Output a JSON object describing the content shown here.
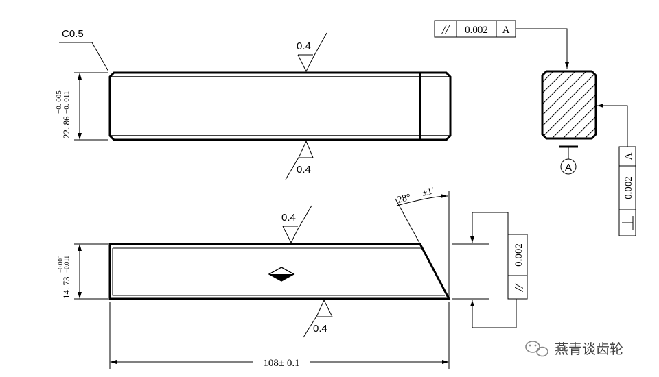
{
  "chamfer": {
    "label": "C0.5"
  },
  "top_view": {
    "roughness_top": "0.4",
    "roughness_bottom": "0.4",
    "height_nominal": "22. 86",
    "height_upper": "−0. 005",
    "height_lower": "−0. 011"
  },
  "bottom_view": {
    "roughness_top": "0.4",
    "roughness_bottom": "0.4",
    "height_nominal": "14. 73",
    "height_upper": "−0.005",
    "height_lower": "−0.011",
    "angle": "28°",
    "angle_tol": "±1′",
    "length": "108± 0.1"
  },
  "tolerance_frames": {
    "parallel_top": {
      "symbol": "//",
      "value": "0.002",
      "datum": "A"
    },
    "perpendicular": {
      "symbol": "⊥",
      "value": "0.002",
      "datum": "A"
    },
    "parallel_side": {
      "symbol": "//",
      "value": "0.002"
    }
  },
  "datum": {
    "label": "A"
  },
  "watermark": {
    "text": "燕青谈齿轮"
  }
}
